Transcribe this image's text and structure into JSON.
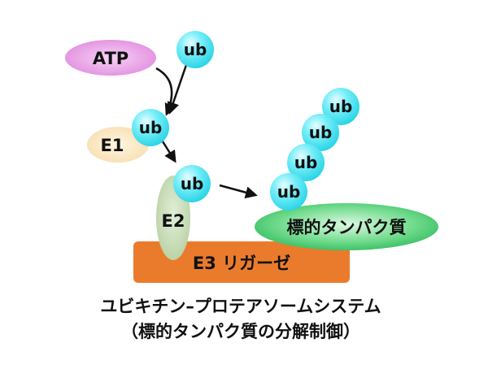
{
  "labels": {
    "atp": "ATP",
    "e1": "E1",
    "e2": "E2",
    "e3": "E3 リガーゼ",
    "target": "標的タンパク質",
    "ub": "ub"
  },
  "caption": {
    "line1": "ユビキチン–プロテアソームシステム",
    "line2": "（標的タンパク質の分解制御）"
  },
  "colors": {
    "atp_fill": "#e79ae6",
    "e1_fill": "#fae6bf",
    "e2_fill": "#bfd6ad",
    "e3_fill": "#ea7b2c",
    "target_fill": "#3cc46a",
    "ub_fill": "#57e6f4",
    "arrow": "#111111"
  }
}
